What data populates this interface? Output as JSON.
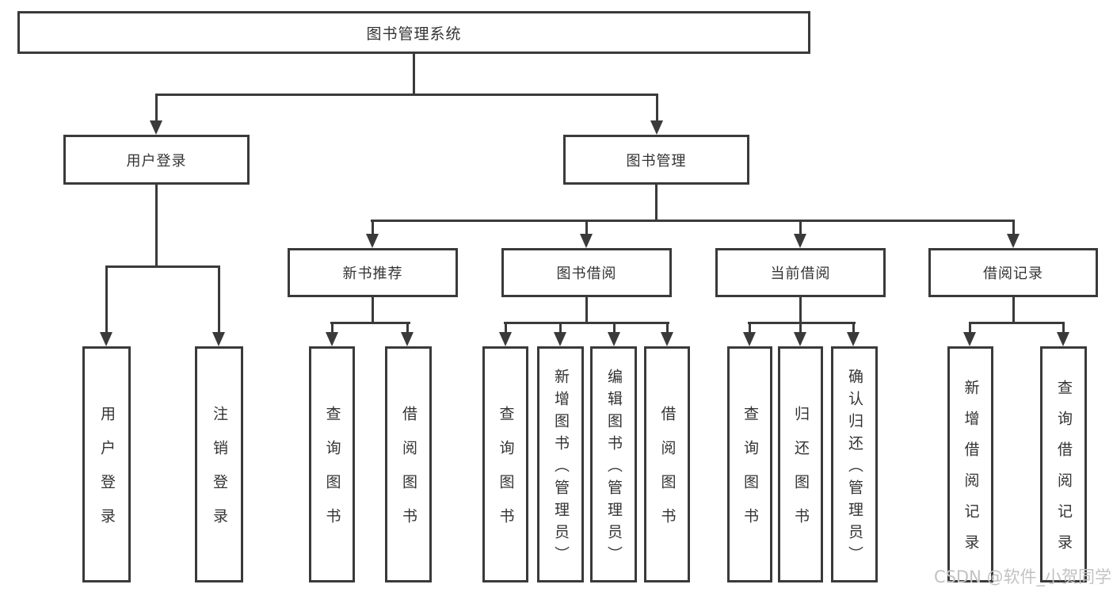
{
  "diagram": {
    "root": {
      "label": "图书管理系统"
    },
    "branches": [
      {
        "label": "用户登录",
        "leaves": [
          {
            "label": "用户登录"
          },
          {
            "label": "注销登录"
          }
        ]
      },
      {
        "label": "图书管理",
        "groups": [
          {
            "label": "新书推荐",
            "leaves": [
              {
                "label": "查询图书"
              },
              {
                "label": "借阅图书"
              }
            ]
          },
          {
            "label": "图书借阅",
            "leaves": [
              {
                "label": "查询图书"
              },
              {
                "label": "新增图书（管理员）"
              },
              {
                "label": "编辑图书（管理员）"
              },
              {
                "label": "借阅图书"
              }
            ]
          },
          {
            "label": "当前借阅",
            "leaves": [
              {
                "label": "查询图书"
              },
              {
                "label": "归还图书"
              },
              {
                "label": "确认归还（管理员）"
              }
            ]
          },
          {
            "label": "借阅记录",
            "leaves": [
              {
                "label": "新增借阅记录"
              },
              {
                "label": "查询借阅记录"
              }
            ]
          }
        ]
      }
    ]
  },
  "watermark": "CSDN @软件_小贺同学",
  "colors": {
    "line": "#3a3a3a",
    "box_border": "#3a3a3a",
    "box_fill": "#ffffff",
    "text": "#333333",
    "watermark": "#c2c2c2",
    "background": "#ffffff"
  }
}
